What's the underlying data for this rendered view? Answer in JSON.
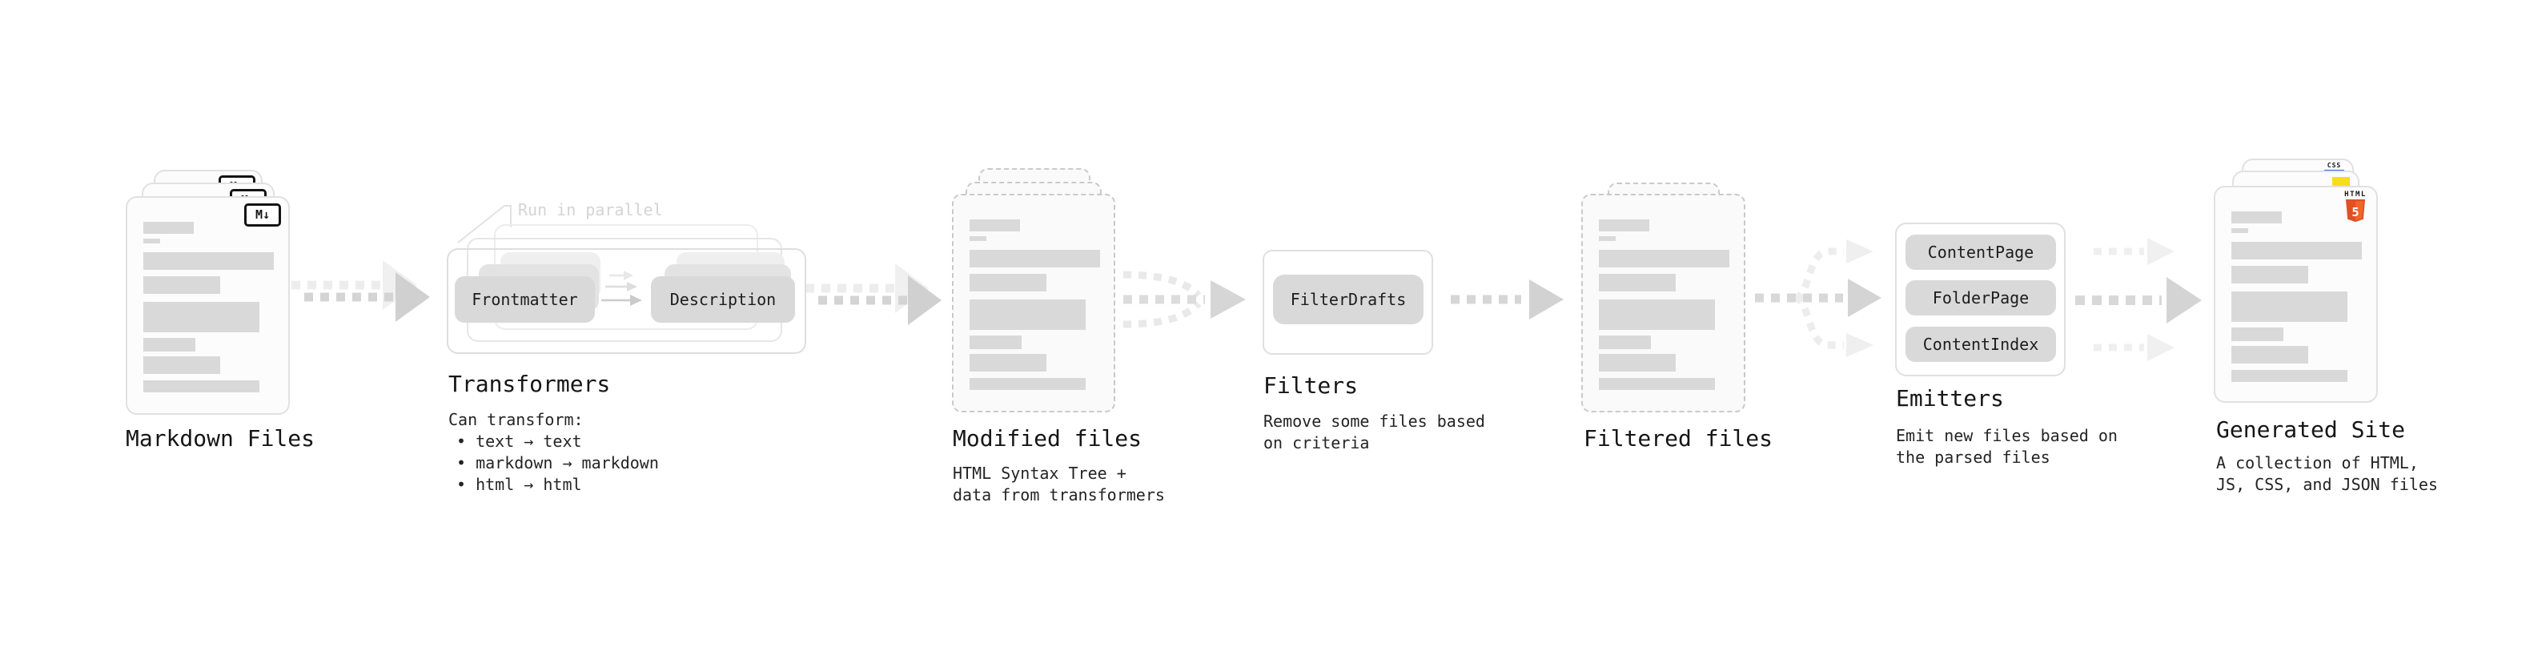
{
  "diagram": {
    "markdown_files": {
      "label": "Markdown Files",
      "badge": "M↓"
    },
    "transformers": {
      "heading": "Transformers",
      "callout": "Run in parallel",
      "input_pill": "Frontmatter",
      "output_pill": "Description",
      "desc_title": "Can transform:",
      "desc_bullets": [
        "• text → text",
        "• markdown → markdown",
        "• html → html"
      ]
    },
    "modified_files": {
      "label": "Modified files",
      "desc_lines": [
        "HTML Syntax Tree +",
        "data from transformers"
      ]
    },
    "filters": {
      "heading": "Filters",
      "pill": "FilterDrafts",
      "desc_lines": [
        "Remove some files based",
        "on criteria"
      ]
    },
    "filtered_files": {
      "label": "Filtered files"
    },
    "emitters": {
      "heading": "Emitters",
      "pills": [
        "ContentPage",
        "FolderPage",
        "ContentIndex"
      ],
      "desc_lines": [
        "Emit new files based on",
        "the parsed files"
      ]
    },
    "generated_site": {
      "label": "Generated Site",
      "badges": {
        "css": "CSS",
        "html": "HTML",
        "html_number": "5"
      },
      "desc_lines": [
        "A collection of HTML,",
        "JS, CSS, and JSON files"
      ]
    },
    "colors": {
      "html5_orange": "#e44d26",
      "html5_orange_light": "#f16529",
      "js_yellow": "#f5de19",
      "css_blue": "#2d63e8",
      "placeholder_bar_gray": "#d9d9d9",
      "arrow_gray": "#d4d4d4",
      "arrow_light_gray": "#ededed"
    }
  }
}
